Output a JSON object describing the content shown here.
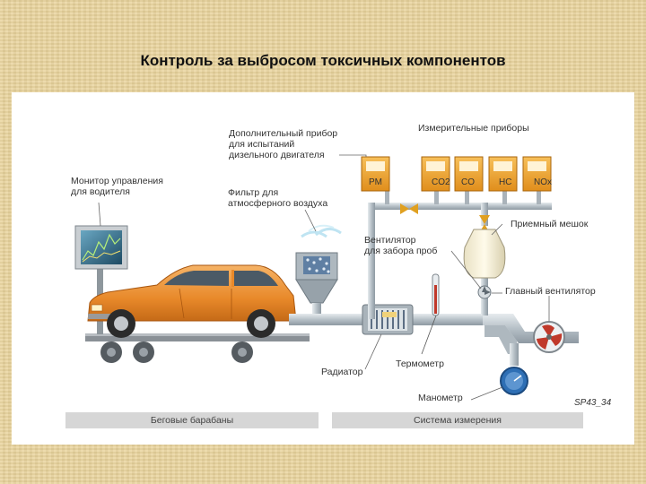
{
  "title": "Контроль за выбросом токсичных компонентов",
  "labels": {
    "monitor": [
      "Монитор управления",
      "для водителя"
    ],
    "extra_device": [
      "Дополнительный прибор",
      "для испытаний",
      "дизельного двигателя"
    ],
    "measuring_devices": "Измерительные приборы",
    "filter": [
      "Фильтр для",
      "атмосферного воздуха"
    ],
    "sampling_fan": [
      "Вентилятор",
      "для забора проб"
    ],
    "sample_bag": "Приемный мешок",
    "main_fan": "Главный вентилятор",
    "radiator": "Радиатор",
    "thermometer": "Термометр",
    "manometer": "Манометр"
  },
  "analyzers": [
    "PM",
    "CO2",
    "CO",
    "HC",
    "NOx"
  ],
  "bands": {
    "left": "Беговые барабаны",
    "right": "Система измерения"
  },
  "figure_code": "SP43_34",
  "colors": {
    "car_body": "#e8892a",
    "pipe": "#b9c2c9",
    "analyzer": "#f0a630",
    "background": "#e9d49c",
    "band": "#d6d6d6"
  }
}
